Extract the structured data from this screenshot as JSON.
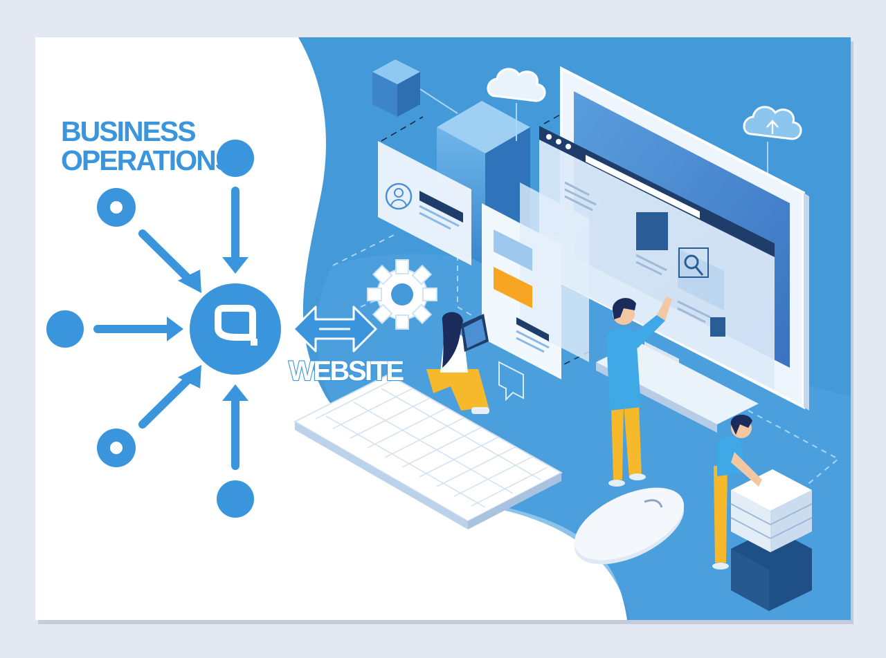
{
  "heading": {
    "line1": "BUSINESS",
    "line2": "OPERATIONS"
  },
  "hub_label": "WEBSITE",
  "hub_logo": "q-logo-icon",
  "colors": {
    "accent_blue": "#3a95dc",
    "background_blue": "#4499d8",
    "dark_blue": "#1f5c9c",
    "highlight_orange": "#f6a623",
    "page_background": "#e4e8f2"
  },
  "icons": [
    "gear-icon",
    "cloud-icon",
    "cloud-upload-icon",
    "search-icon",
    "user-profile-icon",
    "chat-bubble-icon",
    "keyboard-icon",
    "mouse-icon",
    "server-icon",
    "monitor-icon"
  ]
}
